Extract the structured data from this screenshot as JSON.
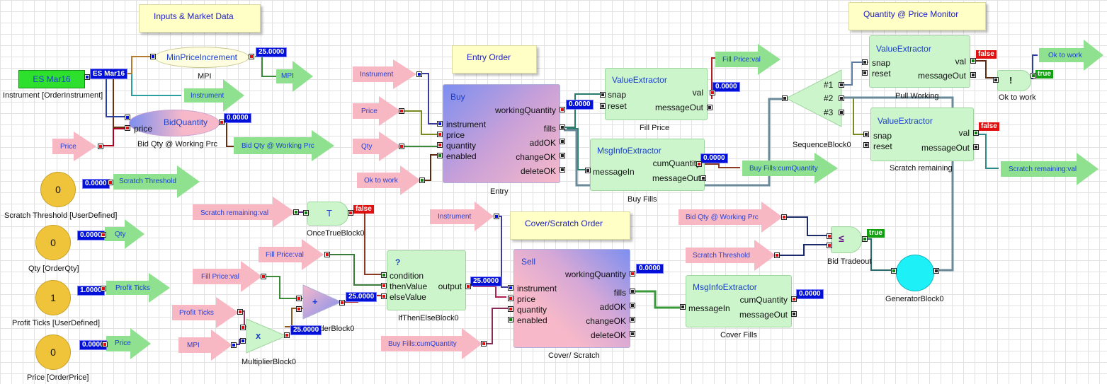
{
  "notes": {
    "inputs": "Inputs & Market Data",
    "entry": "Entry Order",
    "cover": "Cover/Scratch Order",
    "monitor": "Quantity @ Price Monitor"
  },
  "instrument": {
    "value": "ES Mar16",
    "badge": "ES Mar16",
    "caption": "Instrument [OrderInstrument]"
  },
  "mpi": {
    "title": "MinPriceIncrement",
    "caption": "MPI",
    "value": "25.0000"
  },
  "bidqty": {
    "title": "BidQuantity",
    "port": "price",
    "caption": "Bid Qty @ Working Prc",
    "value": "0.0000"
  },
  "userdefined": [
    {
      "value": "0",
      "badge": "0.0000",
      "caption": "Scratch Threshold [UserDefined]",
      "output": "Scratch Threshold"
    },
    {
      "value": "0",
      "badge": "0.0000",
      "caption": "Qty [OrderQty]",
      "output": "Qty"
    },
    {
      "value": "1",
      "badge": "1.0000",
      "caption": "Profit Ticks [UserDefined]",
      "output": "Profit Ticks"
    },
    {
      "value": "0",
      "badge": "0.0000",
      "caption": "Price [OrderPrice]",
      "output": "Price"
    }
  ],
  "outputs": {
    "mpi": "MPI",
    "instrument": "Instrument",
    "bidqty": "Bid Qty @ Working Prc",
    "fillprice": "Fill Price:val",
    "buyfills": "Buy Fills:cumQuantity",
    "oktowork": "Ok to work",
    "scratchremaining": "Scratch remaining:val"
  },
  "inputs": {
    "price_in": "Price",
    "entry_instrument": "Instrument",
    "entry_price": "Price",
    "entry_qty": "Qty",
    "entry_ok": "Ok to work",
    "scratch_rem": "Scratch remaining:val",
    "fill_price_1": "Fill Price:val",
    "fill_price_2": "Fill Price:val",
    "profit_ticks": "Profit Ticks",
    "mpi": "MPI",
    "cover_instrument": "Instrument",
    "buy_fills": "Buy Fills:cumQuantity",
    "bid_qty": "Bid Qty @ Working Prc",
    "scratch_threshold": "Scratch Threshold"
  },
  "buy": {
    "title": "Buy",
    "caption": "Entry",
    "ports_in": [
      "instrument",
      "price",
      "quantity",
      "enabled"
    ],
    "ports_out": [
      "workingQuantity",
      "fills",
      "addOK",
      "changeOK",
      "deleteOK"
    ],
    "value": "0.0000"
  },
  "sell": {
    "title": "Sell",
    "caption": "Cover/ Scratch",
    "ports_in": [
      "instrument",
      "price",
      "quantity",
      "enabled"
    ],
    "ports_out": [
      "workingQuantity",
      "fills",
      "addOK",
      "changeOK",
      "deleteOK"
    ],
    "value": "0.0000"
  },
  "fillprice": {
    "title": "ValueExtractor",
    "ports_in": [
      "snap",
      "reset"
    ],
    "ports_out": [
      "val",
      "messageOut"
    ],
    "caption": "Fill Price",
    "value": "0.0000"
  },
  "buyfills": {
    "title": "MsgInfoExtractor",
    "ports_in": [
      "messageIn"
    ],
    "ports_out": [
      "cumQuantity",
      "messageOut"
    ],
    "caption": "Buy Fills",
    "value": "0.0000"
  },
  "coverfills": {
    "title": "MsgInfoExtractor",
    "ports_in": [
      "messageIn"
    ],
    "ports_out": [
      "cumQuantity",
      "messageOut"
    ],
    "caption": "Cover Fills",
    "value": "0.0000"
  },
  "pullworking": {
    "title": "ValueExtractor",
    "ports_in": [
      "snap",
      "reset"
    ],
    "ports_out": [
      "val",
      "messageOut"
    ],
    "caption": "Pull Working",
    "value": "false"
  },
  "scratchrem": {
    "title": "ValueExtractor",
    "ports_in": [
      "snap",
      "reset"
    ],
    "ports_out": [
      "val",
      "messageOut"
    ],
    "caption": "Scratch remaining",
    "value": "false"
  },
  "sequence": {
    "ports": [
      "#1",
      "#2",
      "#3"
    ],
    "caption": "SequenceBlock0"
  },
  "oncetrue": {
    "symbol": "T",
    "caption": "OnceTrueBlock0",
    "value": "false"
  },
  "ifthen": {
    "symbol": "?",
    "ports_in": [
      "condition",
      "thenValue",
      "elseValue"
    ],
    "port_out": "output",
    "caption": "IfThenElseBlock0",
    "value": "25.0000"
  },
  "adder": {
    "symbol": "+",
    "caption": "AdderBlock0",
    "value": "25.0000"
  },
  "multiplier": {
    "symbol": "x",
    "caption": "MultiplierBlock0",
    "value": "25.0000"
  },
  "not": {
    "symbol": "!",
    "caption": "Ok to work",
    "value": "true"
  },
  "bidtradeout": {
    "symbol": "≤",
    "caption": "Bid Tradeout",
    "value": "true"
  },
  "generator": {
    "caption": "GeneratorBlock0"
  }
}
